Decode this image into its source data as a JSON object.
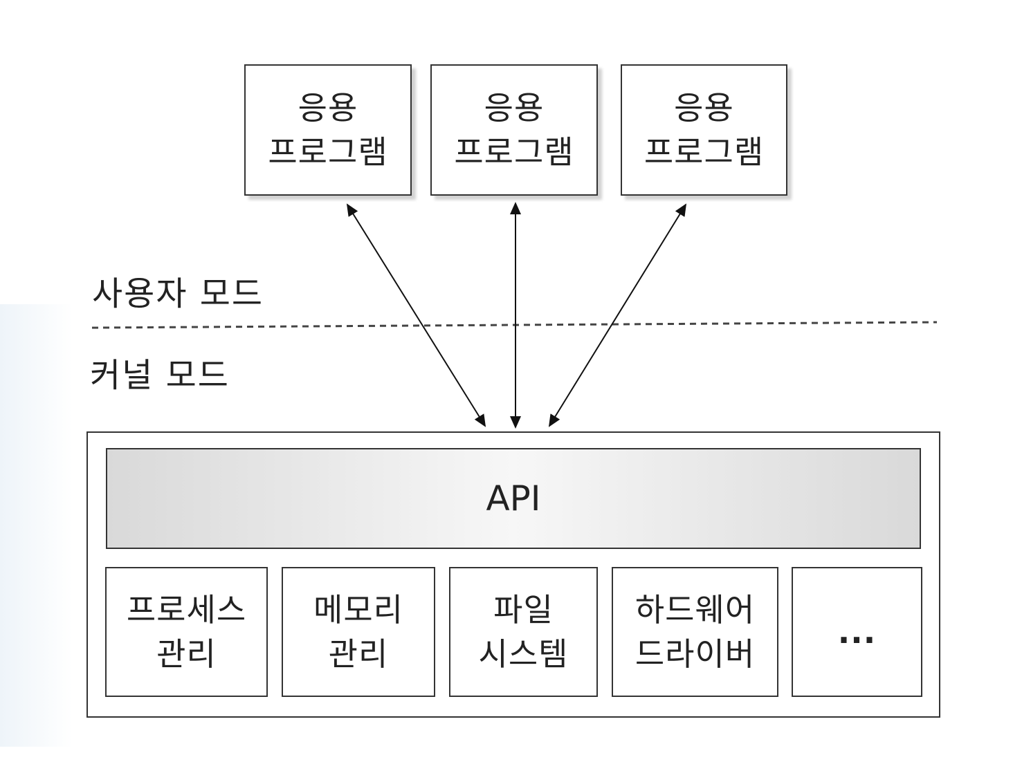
{
  "applications": [
    {
      "label": "응용\n프로그램"
    },
    {
      "label": "응용\n프로그램"
    },
    {
      "label": "응용\n프로그램"
    }
  ],
  "modes": {
    "user": "사용자 모드",
    "kernel": "커널 모드"
  },
  "kernel": {
    "api": "API",
    "modules": [
      {
        "label": "프로세스\n관리"
      },
      {
        "label": "메모리\n관리"
      },
      {
        "label": "파일\n시스템"
      },
      {
        "label": "하드웨어\n드라이버"
      },
      {
        "label": "..."
      }
    ]
  }
}
